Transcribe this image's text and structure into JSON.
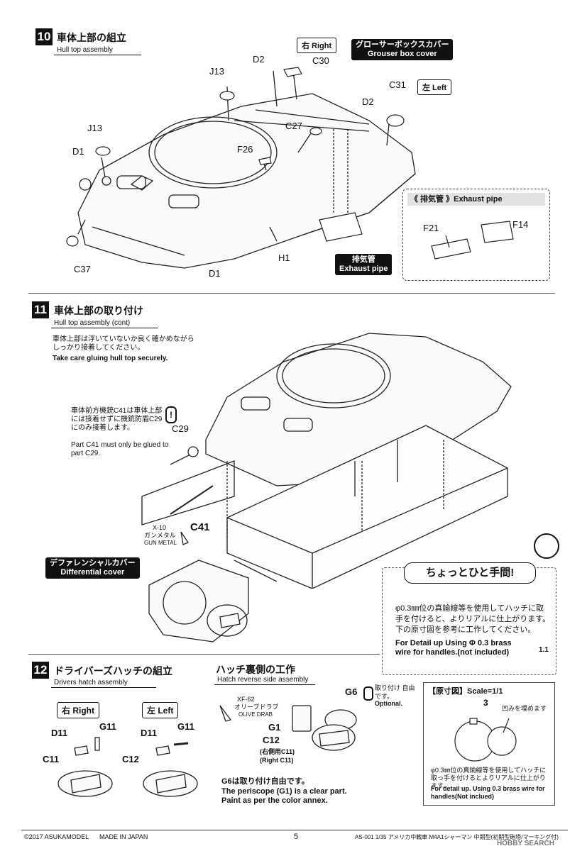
{
  "steps": {
    "s10": {
      "number": "10",
      "title": "車体上部の組立",
      "subtitle": "Hull top assembly",
      "right_label": "右 Right",
      "left_label": "左 Left",
      "grouser_jp": "グローサーボックスカバー",
      "grouser_en": "Grouser box cover",
      "exhaust_jp": "排気管",
      "exhaust_en": "Exhaust pipe",
      "inset_title": "《 排気管 》Exhaust pipe",
      "parts": {
        "d2a": "D2",
        "c30": "C30",
        "j13a": "J13",
        "c31": "C31",
        "d2b": "D2",
        "c27": "C27",
        "j13b": "J13",
        "f26": "F26",
        "d1a": "D1",
        "c37": "C37",
        "d1b": "D1",
        "h1": "H1",
        "f21": "F21",
        "f14": "F14"
      }
    },
    "s11": {
      "number": "11",
      "title": "車体上部の取り付け",
      "subtitle": "Hull top assembly (cont)",
      "note_jp": "車体上部は浮いていないか良く確かめながらしっかり接着してください。",
      "note_en": "Take care gluing hull top securely.",
      "c41_jp": "車体前方機銃C41は車体上部には接着せずに機銃防盾C29にのみ接着します。",
      "c41_en": "Part C41 must only be glued to part C29.",
      "part_c29": "C29",
      "part_c41": "C41",
      "paint_code": "X-10",
      "paint_jp": "ガンメタル",
      "paint_en": "GUN METAL",
      "diff_jp": "デファレンシャルカバー",
      "diff_en": "Differential cover"
    },
    "tip": {
      "title": "ちょっとひと手間!",
      "jp": "φ0.3㎜位の真鍮線等を使用してハッチに取手を付けると、よりリアルに仕上がります。下の原寸図を参考に工作してください。",
      "en": "For Detail up Using Φ 0.3 brass wire for handles.(not included)",
      "dim": "1.1"
    },
    "s12": {
      "number": "12",
      "title": "ドライバーズハッチの組立",
      "subtitle": "Drivers hatch assembly",
      "right_label": "右 Right",
      "left_label": "左 Left",
      "parts": {
        "d11a": "D11",
        "g11a": "G11",
        "c11": "C11",
        "d11b": "D11",
        "g11b": "G11",
        "c12": "C12"
      }
    },
    "hatch": {
      "title": "ハッチ裏側の工作",
      "subtitle": "Hatch reverse side assembly",
      "paint_code": "XF-62",
      "paint_jp": "オリーブドラブ",
      "paint_en": "OLIVE DRAB",
      "g6": "G6",
      "optional_jp": "取り付け 自由です。",
      "optional_en": "Optional.",
      "g1": "G1",
      "c12": "C12",
      "c12_note_jp": "(右側用C11)",
      "c12_note_en": "(Right C11)",
      "g6_note_jp": "G6は取り付け自由です。",
      "periscope_en": "The periscope (G1) is a clear part. Paint as per the color annex."
    },
    "scale": {
      "title": "【原寸図】Scale=1/1",
      "dim": "3",
      "fill": "凹みを埋めます",
      "jp": "φ0.3㎜位の真鍮線等を使用してハッチに取っ手を付けるとよりリアルに仕上がります。",
      "en": "For detail up. Using 0.3 brass wire for handles(Not inclued)"
    }
  },
  "footer": {
    "copyright": "©2017 ASUKAMODEL",
    "made": "MADE IN JAPAN",
    "page": "5",
    "product": "AS-001 1/35 アメリカ中戦車 M4A1シャーマン 中期型(初期型砲塔/マーキング付)",
    "watermark": "HOBBY SEARCH"
  }
}
